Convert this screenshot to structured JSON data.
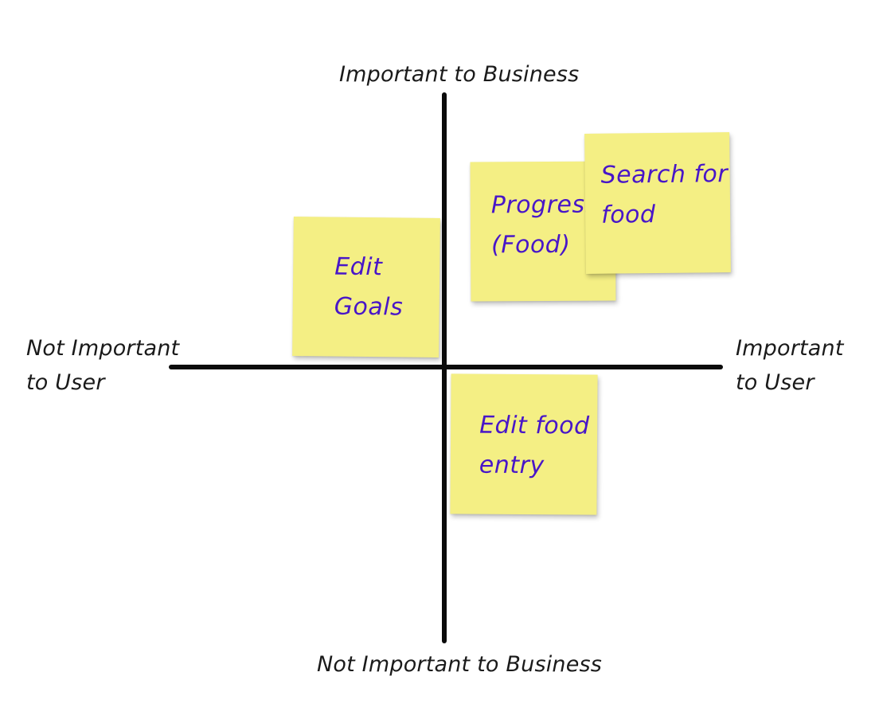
{
  "axes": {
    "top_label": "Important to Business",
    "bottom_label": "Not Important to Business",
    "left_label": "Not Important\nto User",
    "right_label": "Important\nto User"
  },
  "notes": [
    {
      "id": "edit-goals",
      "text": "Edit\nGoals"
    },
    {
      "id": "progress-food",
      "text": "Progress\n(Food)"
    },
    {
      "id": "search-for-food",
      "text": "Search for\nfood"
    },
    {
      "id": "edit-food-entry",
      "text": "Edit food\nentry"
    }
  ],
  "colors": {
    "note_bg": "#f4ef84",
    "note_text": "#4816c8",
    "axis": "#0b0b0b",
    "label": "#1a1a1a"
  }
}
